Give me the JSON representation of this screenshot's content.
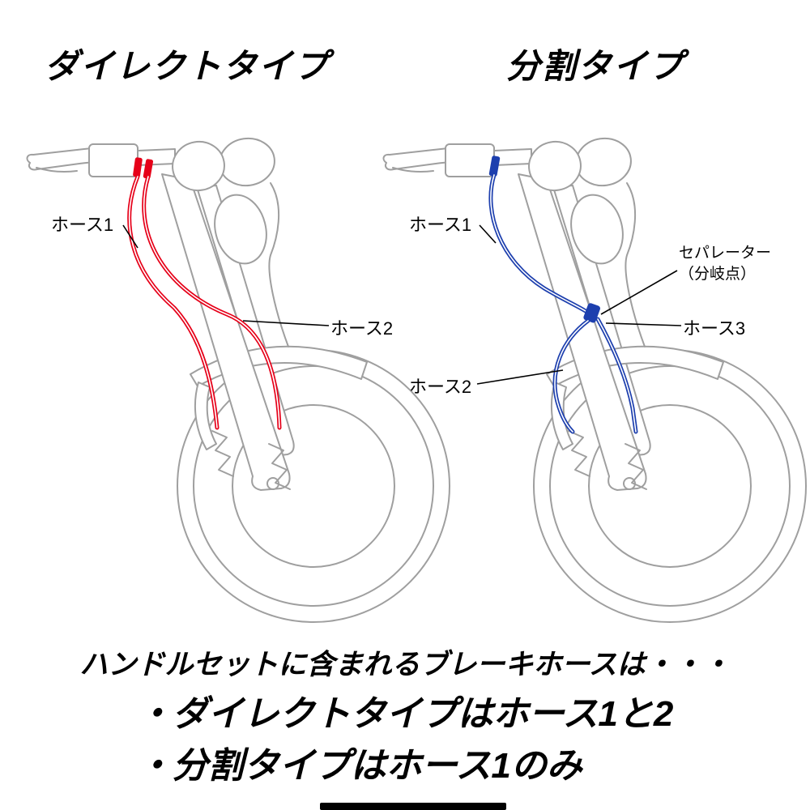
{
  "titles": {
    "direct": "ダイレクトタイプ",
    "split": "分割タイプ"
  },
  "labels": {
    "direct_hose1": "ホース1",
    "direct_hose2": "ホース2",
    "split_hose1": "ホース1",
    "split_hose2": "ホース2",
    "split_hose3": "ホース3",
    "separator_line1": "セパレーター",
    "separator_line2": "（分岐点）"
  },
  "footer": {
    "intro": "ハンドルセットに含まれるブレーキホースは・・・",
    "bullets": [
      "・ダイレクトタイプはホース1と2",
      "・分割タイプはホース1のみ"
    ]
  },
  "colors": {
    "direct_hose": "#e60019",
    "split_hose": "#1d3fae",
    "line_art": "#9f9f9f",
    "leader_line": "#000000",
    "text": "#000000"
  }
}
